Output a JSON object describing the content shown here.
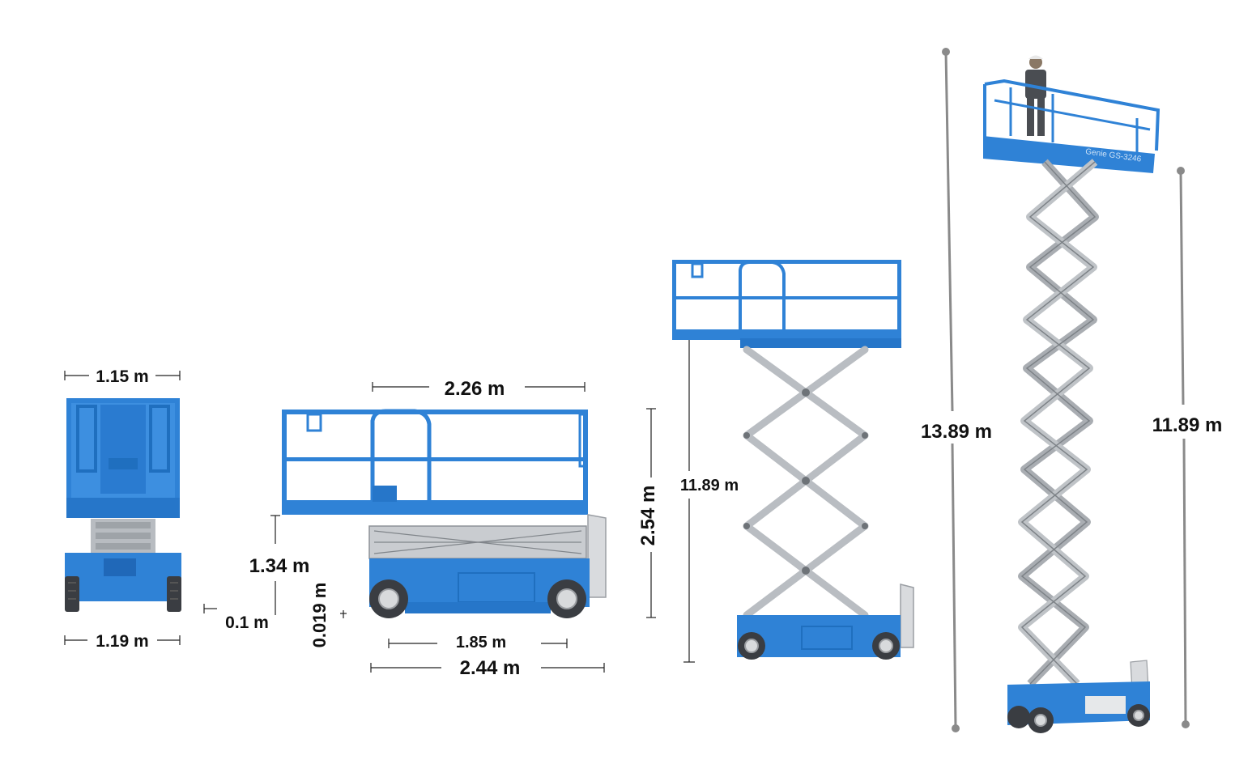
{
  "colors": {
    "machine_blue": "#2f82d6",
    "steel_gray": "#c9ccd0",
    "dimension_gray": "#8a8a8a",
    "text": "#111111"
  },
  "icons": [
    "front-view-lift-icon",
    "side-view-lift-icon",
    "stowed-vs-extended-icon",
    "raised-lift-photo-icon",
    "operator-figure-icon"
  ],
  "views": {
    "front": {
      "platform_width": "1.15 m",
      "base_width": "1.19 m",
      "ground_clearance": "0.1 m"
    },
    "side": {
      "platform_length": "2.26 m",
      "platform_height_stowed": "1.34 m",
      "pothole_clearance": "0.019 m",
      "wheelbase": "1.85 m",
      "overall_length": "2.44 m"
    },
    "stowed_height": {
      "overall_height_stowed": "2.54 m",
      "max_platform_height": "11.89 m"
    },
    "raised": {
      "working_height": "13.89 m",
      "platform_height": "11.89 m",
      "brand_decal": "Genie GS-3246"
    }
  }
}
